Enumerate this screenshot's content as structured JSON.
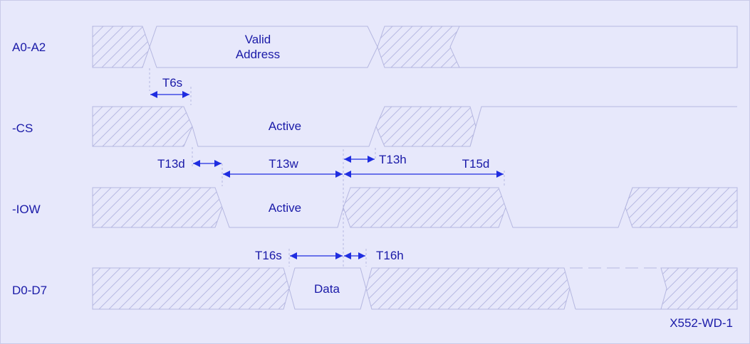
{
  "signals": {
    "a0_a2": "A0-A2",
    "cs": "-CS",
    "iow": "-IOW",
    "d0_d7": "D0-D7"
  },
  "labels": {
    "valid_line1": "Valid",
    "valid_line2": "Address",
    "cs_active": "Active",
    "iow_active": "Active",
    "data": "Data"
  },
  "timings": {
    "t6s": "T6s",
    "t13d": "T13d",
    "t13w": "T13w",
    "t13h": "T13h",
    "t15d": "T15d",
    "t16s": "T16s",
    "t16h": "T16h"
  },
  "figure_id": "X552-WD-1",
  "colors": {
    "background": "#e7e8fb",
    "waveform": "#b5b7e0",
    "hatch": "#b8bae3",
    "text": "#1a1aa8",
    "arrow": "#1f2de0"
  }
}
